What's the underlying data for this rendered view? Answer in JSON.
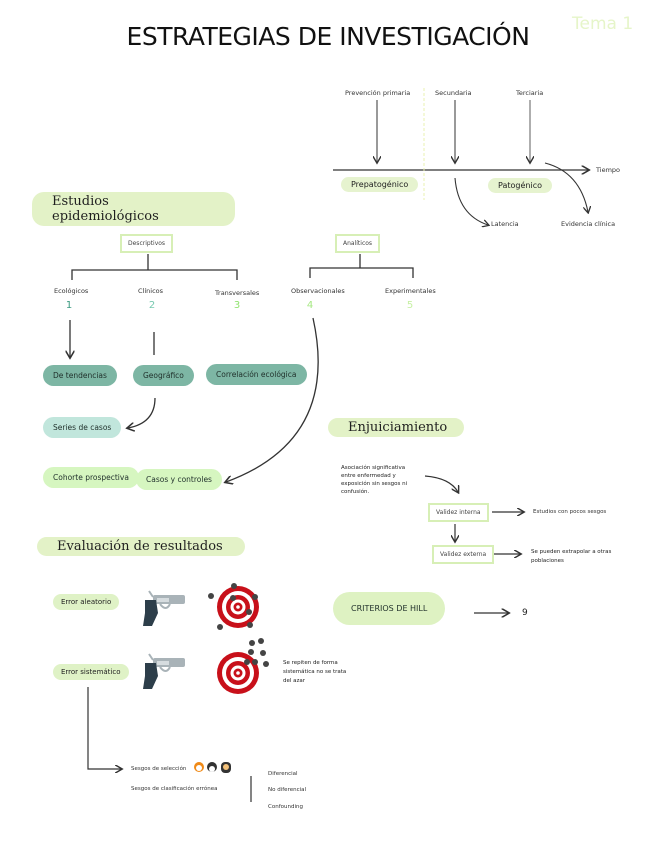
{
  "header": {
    "title": "ESTRATEGIAS DE INVESTIGACIÓN",
    "tema": "Tema 1"
  },
  "timeline": {
    "prevention_labels": [
      "Prevención primaria",
      "Secundaria",
      "Terciaria"
    ],
    "axis_label": "Tiempo",
    "phases": [
      "Prepatogénico",
      "Patogénico"
    ],
    "branches": [
      "Latencia",
      "Evidencia clínica"
    ]
  },
  "estudios": {
    "heading": "Estudios epidemiológicos",
    "descriptivos": {
      "label": "Descriptivos",
      "children": [
        {
          "label": "Ecológicos",
          "number": "1",
          "color": "#3a9a80"
        },
        {
          "label": "Clínicos",
          "number": "2",
          "color": "#78c9b0"
        },
        {
          "label": "Transversales",
          "number": "3",
          "color": "#8fe36e"
        }
      ]
    },
    "analiticos": {
      "label": "Analíticos",
      "children": [
        {
          "label": "Observacionales",
          "number": "4",
          "color": "#a6e883"
        },
        {
          "label": "Experimentales",
          "number": "5",
          "color": "#c6f0a3"
        }
      ]
    },
    "blobs": {
      "de_tendencias": "De tendencias",
      "geografico": "Geográfico",
      "correlacion": "Correlación ecológica",
      "series": "Series de casos",
      "cohorte": "Cohorte prospectiva",
      "casos": "Casos y controles"
    }
  },
  "enjuiciamiento": {
    "heading": "Enjuiciamiento",
    "note": "Asociación significativa entre enfermedad y exposición sin sesgos ni confusión.",
    "validez_interna": "Validez interna",
    "validez_interna_result": "Estudios con pocos sesgos",
    "validez_externa": "Validez externa",
    "validez_externa_result": "Se pueden extrapolar a otras poblaciones",
    "hill": "CRITERIOS DE HILL",
    "hill_count": "9"
  },
  "evaluacion": {
    "heading": "Evaluación de resultados",
    "error_aleatorio": "Error aleatorio",
    "error_sistematico": "Error sistemático",
    "sistematico_note": "Se repiten de forma sistemática no se trata del azar",
    "sesgo_seleccion": "Sesgos de selección",
    "sesgo_clasificacion": "Sesgos de clasificación errónea",
    "tipos": [
      "Diferencial",
      "No diferencial",
      "Confounding"
    ]
  }
}
